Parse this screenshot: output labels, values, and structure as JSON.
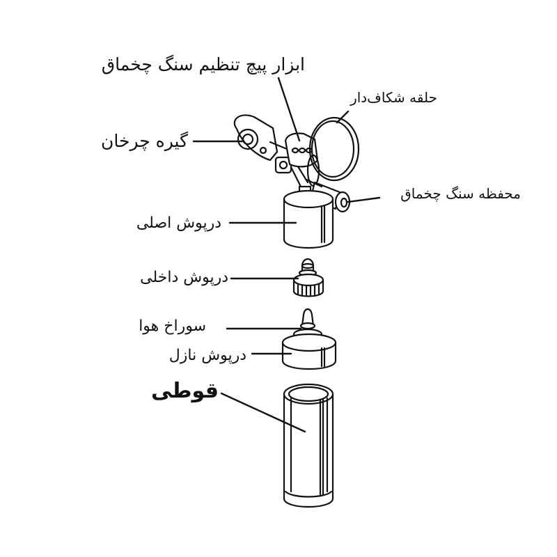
{
  "labels": {
    "adjust_screw_tool": "ابزار پیچ تنظیم سنگ چخماق",
    "split_ring": "حلقه شکاف‌دار",
    "swivel_clip": "گیره چرخان",
    "flint_holder": "محفظه سنگ چخماق",
    "main_cap": "درپوش اصلی",
    "inner_cap": "درپوش داخلی",
    "air_hole": "سوراخ هوا",
    "nozzle_cap": "درپوش نازل",
    "body": "قوطی"
  },
  "colors": {
    "ink": "#111111",
    "background": "#ffffff"
  }
}
